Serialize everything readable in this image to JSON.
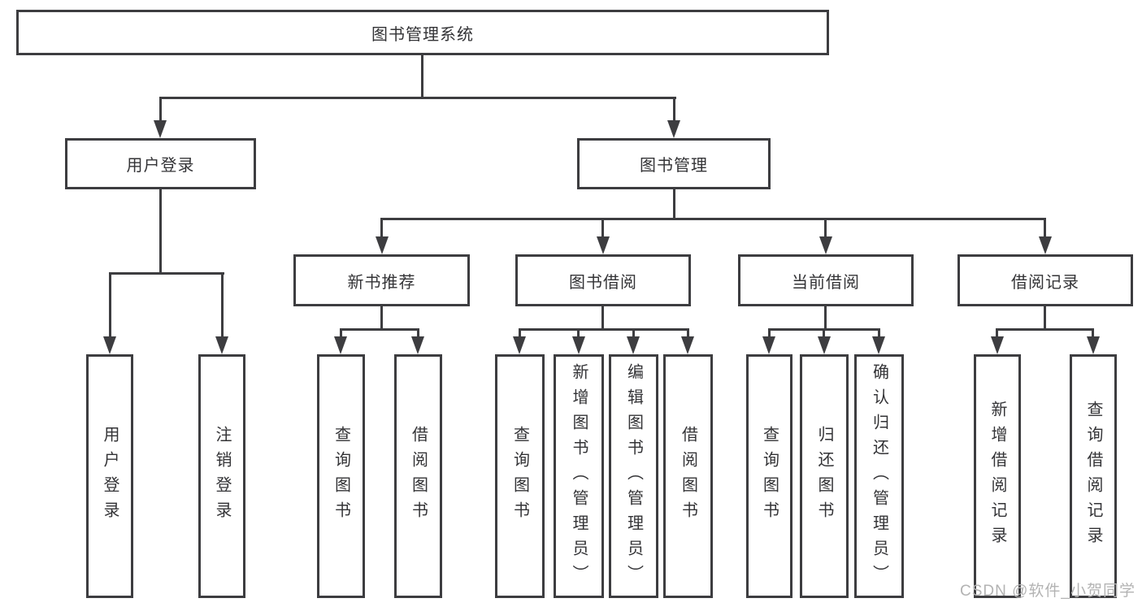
{
  "tree": {
    "root": "图书管理系统",
    "children": [
      {
        "label": "用户登录",
        "children": [
          {
            "label": "用户登录"
          },
          {
            "label": "注销登录"
          }
        ]
      },
      {
        "label": "图书管理",
        "children": [
          {
            "label": "新书推荐",
            "children": [
              {
                "label": "查询图书"
              },
              {
                "label": "借阅图书"
              }
            ]
          },
          {
            "label": "图书借阅",
            "children": [
              {
                "label": "查询图书"
              },
              {
                "label": "新增图书（管理员）"
              },
              {
                "label": "编辑图书（管理员）"
              },
              {
                "label": "借阅图书"
              }
            ]
          },
          {
            "label": "当前借阅",
            "children": [
              {
                "label": "查询图书"
              },
              {
                "label": "归还图书"
              },
              {
                "label": "确认归还（管理员）"
              }
            ]
          },
          {
            "label": "借阅记录",
            "children": [
              {
                "label": "新增借阅记录"
              },
              {
                "label": "查询借阅记录"
              }
            ]
          }
        ]
      }
    ]
  },
  "watermark": {
    "text": "CSDN @软件_小贺同学"
  },
  "colors": {
    "line": "#3d3d40",
    "text": "#333336",
    "watermark": "#b3b3b3",
    "background": "#ffffff"
  }
}
